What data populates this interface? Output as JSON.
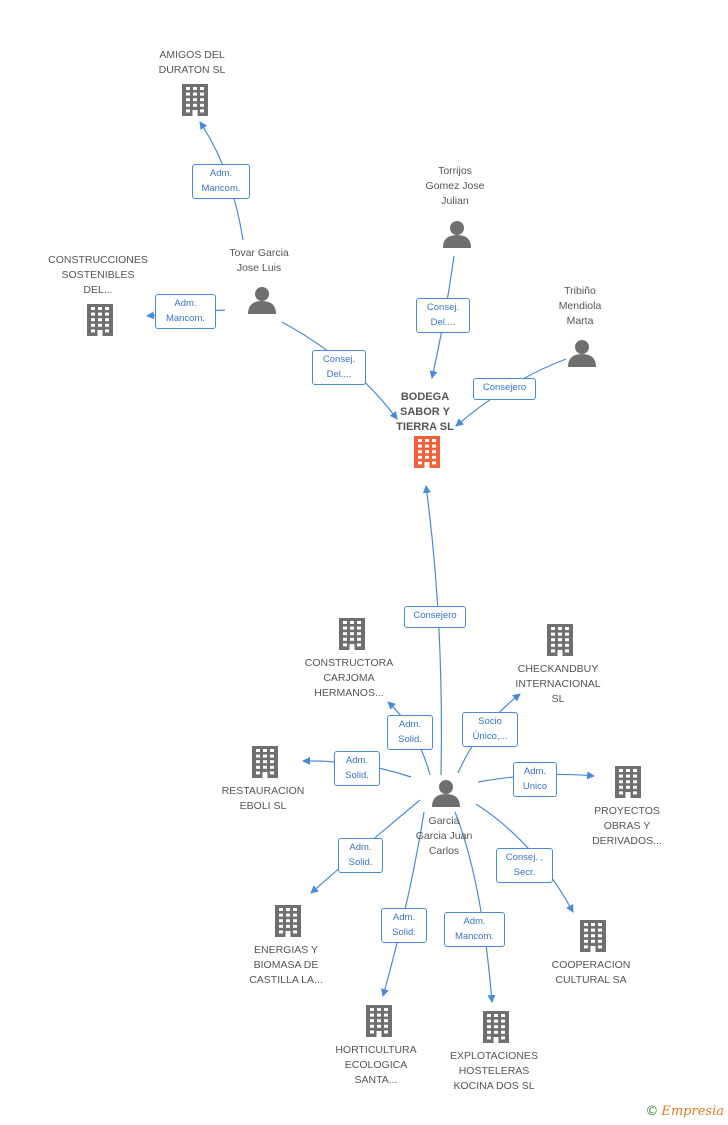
{
  "colors": {
    "edge": "#4a8bd8",
    "node_icon": "#6f6f6f",
    "center_icon": "#f2613a",
    "label_text": "#555555"
  },
  "nodes": [
    {
      "id": "bodega",
      "type": "company",
      "highlight": true,
      "label": "BODEGA\nSABOR Y\nTIERRA SL"
    },
    {
      "id": "amigos",
      "type": "company",
      "label": "AMIGOS DEL\nDURATON SL"
    },
    {
      "id": "construcciones",
      "type": "company",
      "label": "CONSTRUCCIONES\nSOSTENIBLES\nDEL..."
    },
    {
      "id": "tovar",
      "type": "person",
      "label": "Tovar Garcia\nJose Luis"
    },
    {
      "id": "torrijos",
      "type": "person",
      "label": "Torrijos\nGomez Jose\nJulian"
    },
    {
      "id": "tribino",
      "type": "person",
      "label": "Tribiño\nMendiola\nMarta"
    },
    {
      "id": "garcia",
      "type": "person",
      "label": "Garcia\nGarcia Juan\nCarlos"
    },
    {
      "id": "constructora",
      "type": "company",
      "label": "CONSTRUCTORA\nCARJOMA\nHERMANOS..."
    },
    {
      "id": "checkandbuy",
      "type": "company",
      "label": "CHECKANDBUY\nINTERNACIONAL\nSL"
    },
    {
      "id": "restauracion",
      "type": "company",
      "label": "RESTAURACION\nEBOLI SL"
    },
    {
      "id": "proyectos",
      "type": "company",
      "label": "PROYECTOS\nOBRAS Y\nDERIVADOS..."
    },
    {
      "id": "energias",
      "type": "company",
      "label": "ENERGIAS Y\nBIOMASA DE\nCASTILLA LA..."
    },
    {
      "id": "cooperacion",
      "type": "company",
      "label": "COOPERACION\nCULTURAL SA"
    },
    {
      "id": "horticultura",
      "type": "company",
      "label": "HORTICULTURA\nECOLOGICA\nSANTA..."
    },
    {
      "id": "explotaciones",
      "type": "company",
      "label": "EXPLOTACIONES\nHOSTELERAS\nKOCINA DOS SL"
    }
  ],
  "edges": [
    {
      "from": "tovar",
      "to": "amigos",
      "role": "Adm.\nMancom."
    },
    {
      "from": "tovar",
      "to": "construcciones",
      "role": "Adm.\nMancom."
    },
    {
      "from": "tovar",
      "to": "bodega",
      "role": "Consej.\nDel...."
    },
    {
      "from": "torrijos",
      "to": "bodega",
      "role": "Consej.\nDel...."
    },
    {
      "from": "tribino",
      "to": "bodega",
      "role": "Consejero"
    },
    {
      "from": "garcia",
      "to": "bodega",
      "role": "Consejero"
    },
    {
      "from": "garcia",
      "to": "constructora",
      "role": "Adm.\nSolid."
    },
    {
      "from": "garcia",
      "to": "checkandbuy",
      "role": "Socio\nÚnico,..."
    },
    {
      "from": "garcia",
      "to": "restauracion",
      "role": "Adm.\nSolid."
    },
    {
      "from": "garcia",
      "to": "proyectos",
      "role": "Adm.\nUnico"
    },
    {
      "from": "garcia",
      "to": "energias",
      "role": "Adm.\nSolid."
    },
    {
      "from": "garcia",
      "to": "cooperacion",
      "role": "Consej. ,\nSecr."
    },
    {
      "from": "garcia",
      "to": "horticultura",
      "role": "Adm.\nSolid."
    },
    {
      "from": "garcia",
      "to": "explotaciones",
      "role": "Adm.\nMancom."
    }
  ],
  "footer": {
    "copyright_symbol": "©",
    "brand": "Empresia"
  }
}
